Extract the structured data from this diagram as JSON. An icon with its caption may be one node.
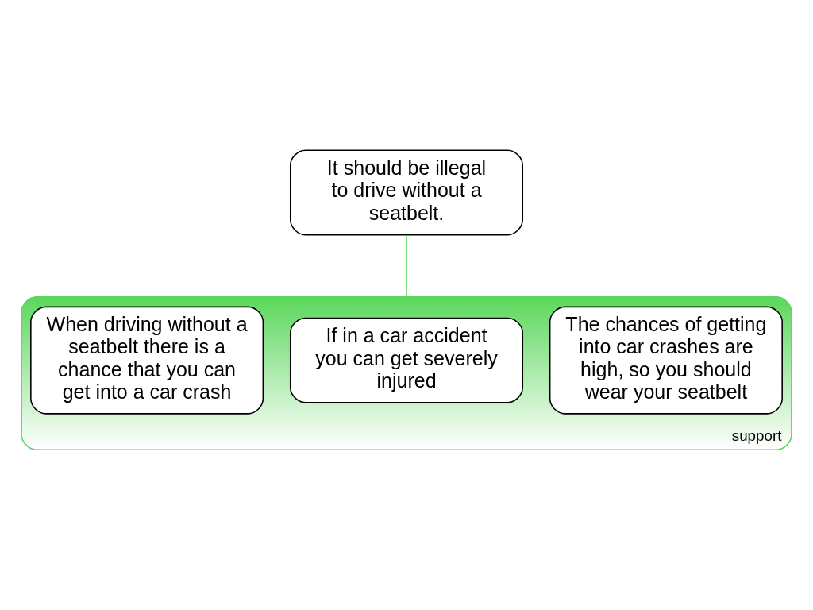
{
  "diagram": {
    "nodes": [
      {
        "text": [
          "It should be illegal to drive without a seatbelt."
        ]
      },
      {
        "text": [
          "support"
        ]
      },
      {
        "text": [
          "When driving without a seatbelt there is a chance that you can get into a car crash"
        ],
        "in": 1
      },
      {
        "text": [
          "If in a car accident you can get severely injured"
        ],
        "in": 1
      },
      {
        "text": [
          "The chances of getting into car crashes are high, so you should wear your seatbelt"
        ],
        "in": 1
      }
    ],
    "edges": [
      {
        "from": 1,
        "to": 0,
        "arrow": "none",
        "color": "#5bd75b"
      }
    ]
  }
}
